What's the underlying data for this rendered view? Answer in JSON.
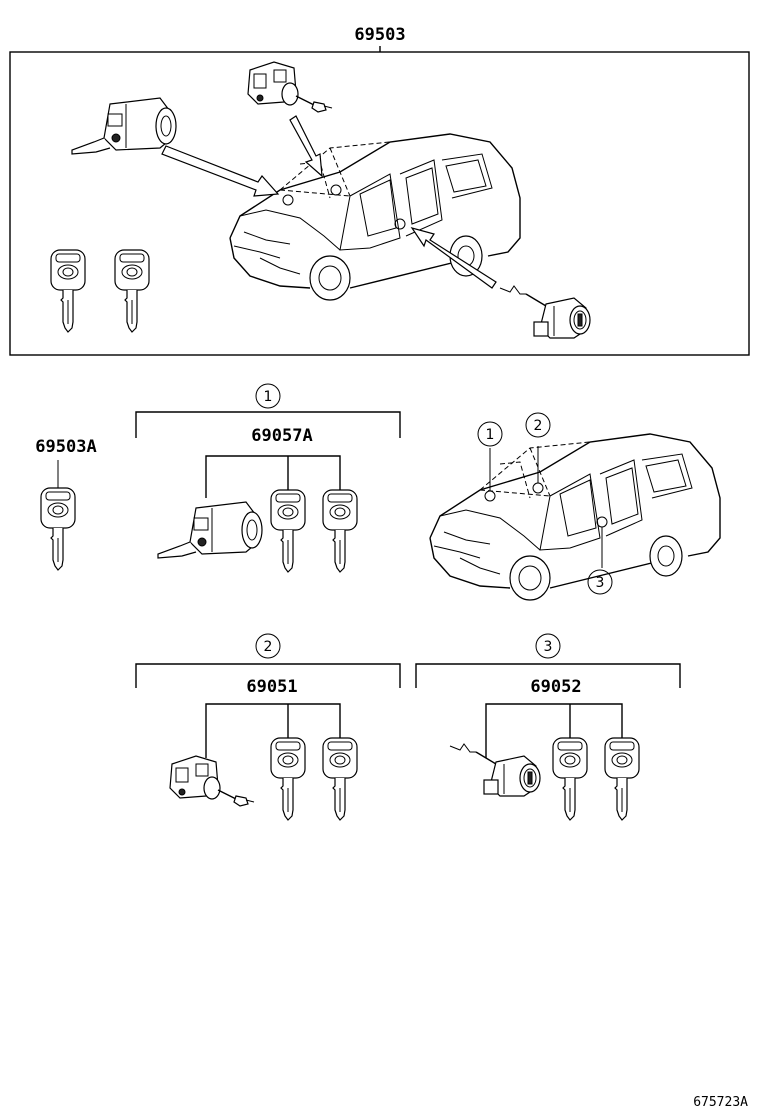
{
  "main_assembly": {
    "part_number": "69503",
    "contents": [
      "ignition-lock-cylinder",
      "glove-box-lock-cylinder",
      "door-lock-cylinder",
      "key",
      "key"
    ]
  },
  "standalone_key": {
    "part_number": "69503A",
    "contents": [
      "key"
    ]
  },
  "groups": [
    {
      "callout": "1",
      "part_number": "69057A",
      "contents": [
        "ignition-lock-cylinder",
        "key",
        "key"
      ]
    },
    {
      "callout": "2",
      "part_number": "69051",
      "contents": [
        "glove-box-lock-cylinder",
        "key",
        "key"
      ]
    },
    {
      "callout": "3",
      "part_number": "69052",
      "contents": [
        "door-lock-cylinder",
        "key",
        "key"
      ]
    }
  ],
  "locator_callouts": [
    "1",
    "2",
    "3"
  ],
  "drawing_reference": "675723A"
}
